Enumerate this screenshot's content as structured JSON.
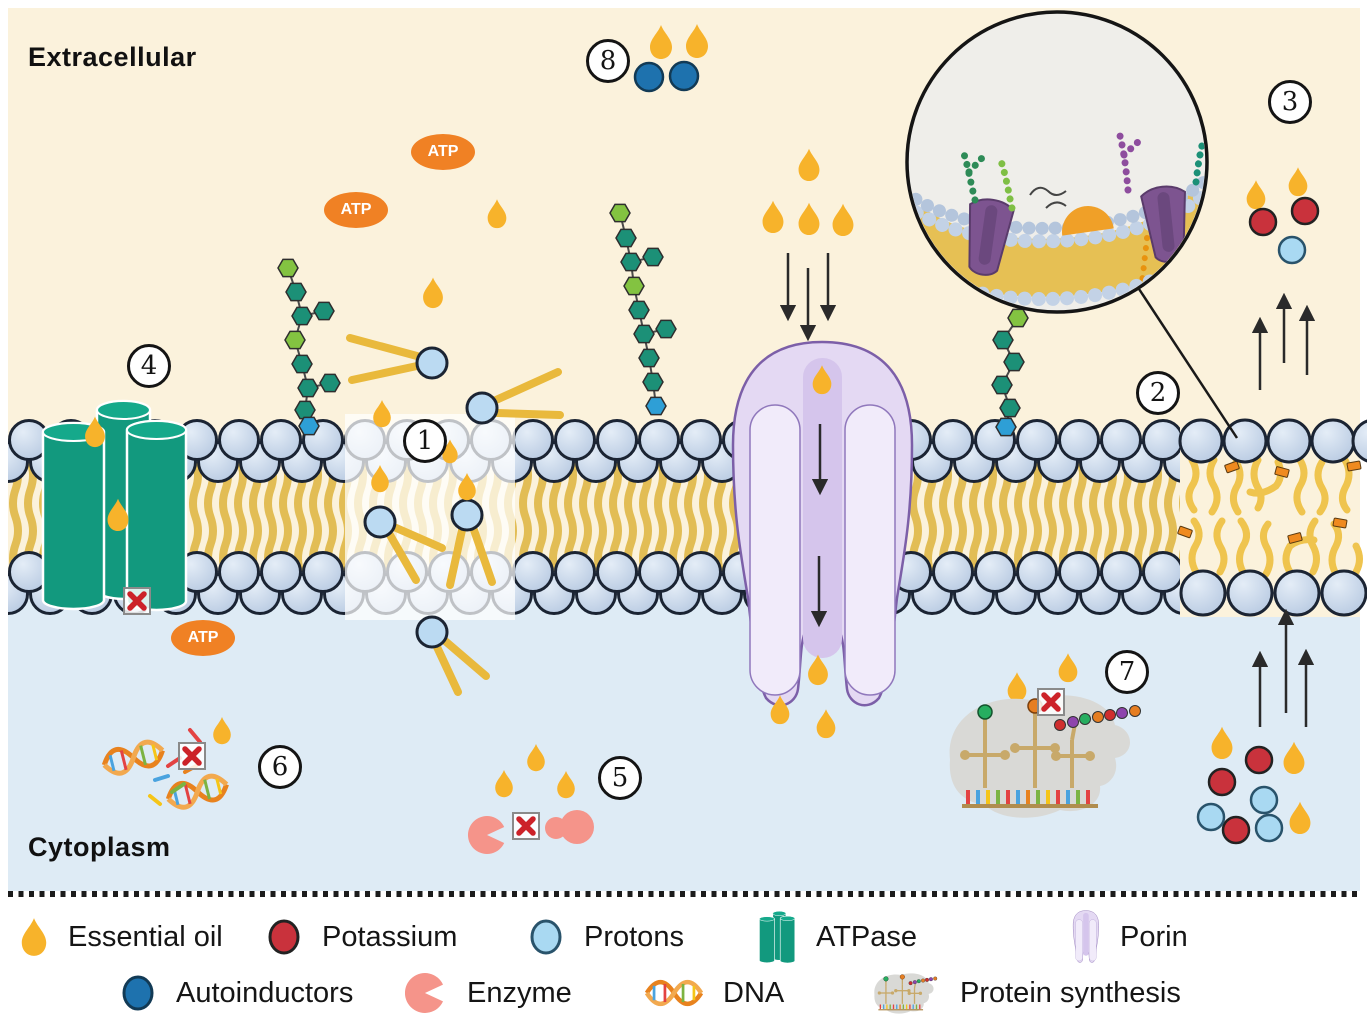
{
  "regions": {
    "extracellular": "Extracellular",
    "cytoplasm": "Cytoplasm"
  },
  "labels": {
    "atp": "ATP"
  },
  "markers": [
    "1",
    "2",
    "3",
    "4",
    "5",
    "6",
    "7",
    "8"
  ],
  "legend": {
    "row1": [
      {
        "id": "essential-oil",
        "label": "Essential oil"
      },
      {
        "id": "potassium",
        "label": "Potassium"
      },
      {
        "id": "protons",
        "label": "Protons"
      },
      {
        "id": "atpase",
        "label": "ATPase"
      },
      {
        "id": "porin",
        "label": "Porin"
      }
    ],
    "row2": [
      {
        "id": "autoinductors",
        "label": "Autoinductors"
      },
      {
        "id": "enzyme",
        "label": "Enzyme"
      },
      {
        "id": "dna",
        "label": "DNA"
      },
      {
        "id": "protein-synthesis",
        "label": "Protein synthesis"
      }
    ]
  },
  "colors": {
    "essential_oil": "#F7B32B",
    "potassium": "#C9323C",
    "protons": "#A9D9F2",
    "autoinductors": "#1E72AE",
    "atpase": "#12997E",
    "porin_fill": "#E4D9F3",
    "porin_outline": "#7C5FA8",
    "enzyme": "#F5948A",
    "atp_badge": "#F08124",
    "membrane_head": "#C9D7E9",
    "membrane_tail": "#E2BD55",
    "extracellular_bg": "#FBF2DC",
    "cytoplasm_bg": "#DEEBF5",
    "blocked_x": "#CC2229"
  }
}
